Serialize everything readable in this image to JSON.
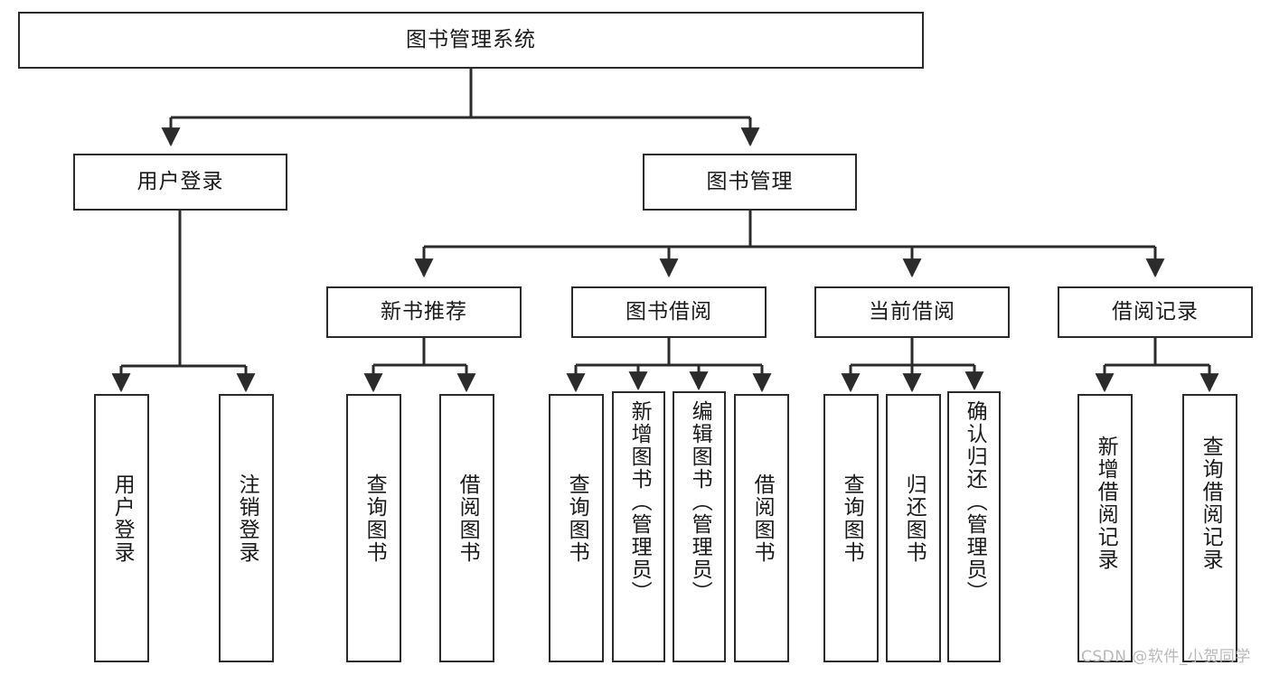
{
  "diagram": {
    "title_node": {
      "label": "图书管理系统"
    },
    "level2": [
      {
        "id": "user-login",
        "label": "用户登录"
      },
      {
        "id": "book-management",
        "label": "图书管理"
      }
    ],
    "level3": [
      {
        "id": "new-book-recommend",
        "label": "新书推荐"
      },
      {
        "id": "book-borrow",
        "label": "图书借阅"
      },
      {
        "id": "current-borrow",
        "label": "当前借阅"
      },
      {
        "id": "borrow-record",
        "label": "借阅记录"
      }
    ],
    "leaves": {
      "user_login": [
        {
          "id": "leaf-user-login",
          "label": "用户登录"
        },
        {
          "id": "leaf-logout-login",
          "label": "注销登录"
        }
      ],
      "new_book_recommend": [
        {
          "id": "leaf-query-book-1",
          "label": "查询图书"
        },
        {
          "id": "leaf-borrow-book-1",
          "label": "借阅图书"
        }
      ],
      "book_borrow": [
        {
          "id": "leaf-query-book-2",
          "label": "查询图书"
        },
        {
          "id": "leaf-add-book",
          "label": "新增图书（管理员）"
        },
        {
          "id": "leaf-edit-book",
          "label": "编辑图书（管理员）"
        },
        {
          "id": "leaf-borrow-book-2",
          "label": "借阅图书"
        }
      ],
      "current_borrow": [
        {
          "id": "leaf-query-book-3",
          "label": "查询图书"
        },
        {
          "id": "leaf-return-book",
          "label": "归还图书"
        },
        {
          "id": "leaf-confirm-return",
          "label": "确认归还（管理员）"
        }
      ],
      "borrow_record": [
        {
          "id": "leaf-add-borrow-record",
          "label": "新增借阅记录"
        },
        {
          "id": "leaf-query-borrow-record",
          "label": "查询借阅记录"
        }
      ]
    }
  },
  "watermark": {
    "text": "CSDN @软件_小贺同学"
  },
  "colors": {
    "stroke": "#2b2b2b",
    "background": "#ffffff",
    "text": "#1a1a1a",
    "watermark": "#b9b9b9"
  }
}
